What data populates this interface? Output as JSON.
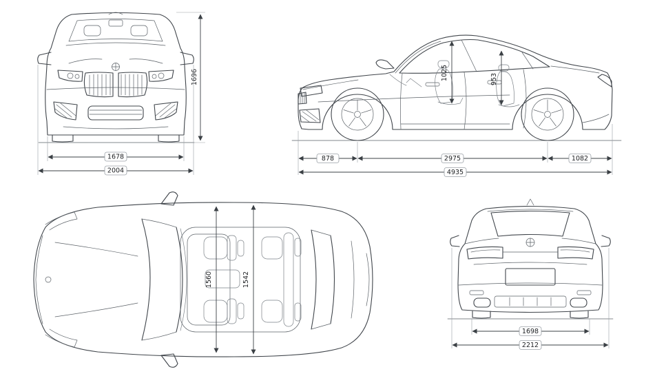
{
  "meta": {
    "background": "#ffffff",
    "line_color": "#3f444a",
    "dim_color": "#1c1e21"
  },
  "front_view": {
    "dims": {
      "overall_height": "1696",
      "track": "1678",
      "overall_width": "2004"
    }
  },
  "side_view": {
    "dims": {
      "front_headroom": "1025",
      "rear_headroom": "953",
      "front_overhang": "878",
      "wheelbase": "2975",
      "rear_overhang": "1082",
      "overall_length": "4935"
    }
  },
  "top_view": {
    "dims": {
      "front_interior_width": "1560",
      "rear_interior_width": "1542"
    }
  },
  "rear_view": {
    "dims": {
      "rear_track": "1698",
      "overall_width": "2212"
    }
  }
}
